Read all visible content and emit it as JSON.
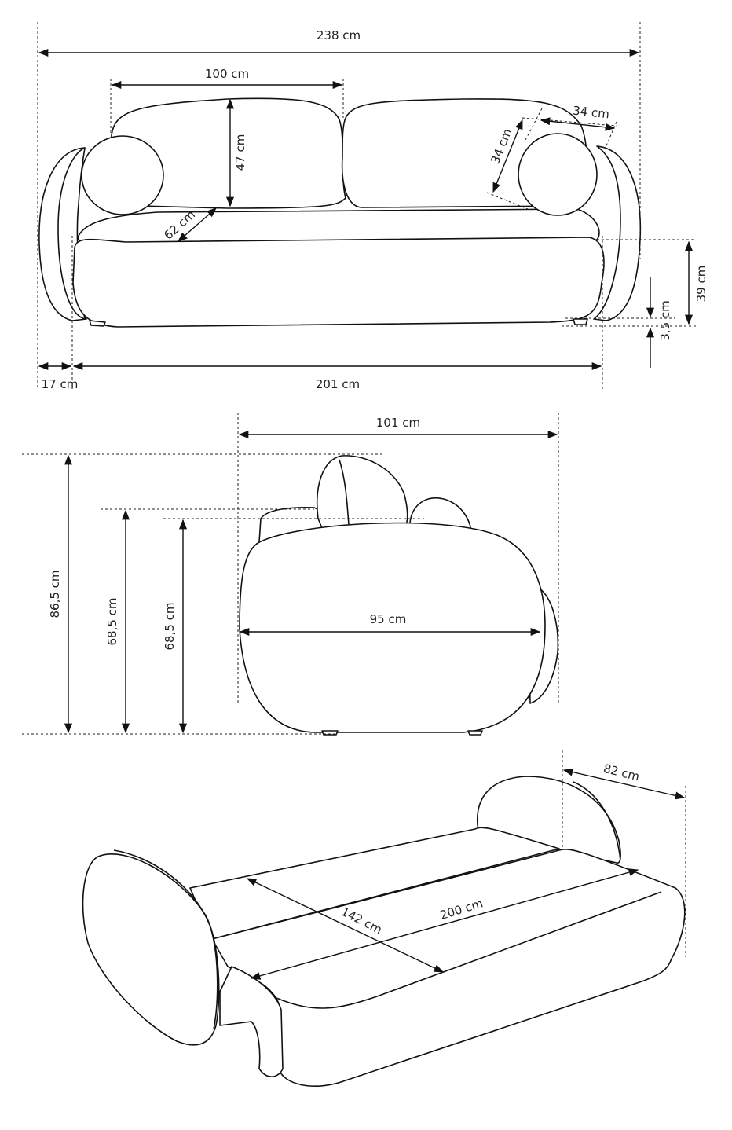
{
  "front_view": {
    "total_width": "238 cm",
    "back_cushion_width": "100 cm",
    "back_cushion_height": "47 cm",
    "seat_depth": "62 cm",
    "pillow_height": "34 cm",
    "pillow_width": "34 cm",
    "seat_height": "39 cm",
    "leg_height": "3,5 cm",
    "arm_width": "17 cm",
    "inner_width": "201 cm"
  },
  "side_view": {
    "depth": "101 cm",
    "total_height": "86,5 cm",
    "arm_height_1": "68,5 cm",
    "arm_height_2": "68,5 cm",
    "seat_depth": "95 cm"
  },
  "bed_view": {
    "arm_depth": "82 cm",
    "sleep_width": "142 cm",
    "sleep_length": "200 cm"
  }
}
